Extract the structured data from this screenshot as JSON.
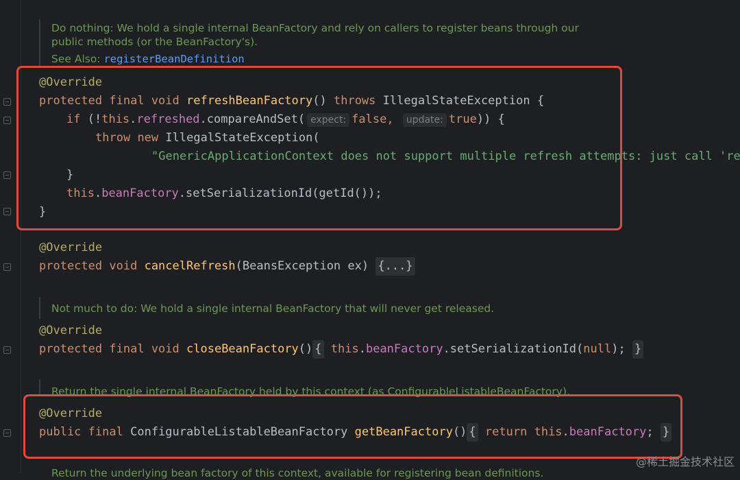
{
  "doc1": {
    "line1": "Do nothing: We hold a single internal BeanFactory and rely on callers to register beans through our",
    "line2": "public methods (or the BeanFactory's).",
    "see_also_label": "See Also:",
    "see_also_link": "registerBeanDefinition"
  },
  "refresh": {
    "annotation": "@Override",
    "kw_protected": "protected",
    "kw_final": "final",
    "kw_void": "void",
    "name": "refreshBeanFactory",
    "paren_open_close": "()",
    "kw_throws": "throws",
    "exception": "IllegalStateException",
    "brace_open": "{",
    "kw_if": "if",
    "not_paren": "(!",
    "kw_this": "this",
    "dot": ".",
    "field_refreshed": "refreshed",
    "method_cas": "compareAndSet(",
    "hint_expect": "expect:",
    "val_false": "false,",
    "hint_update": "update:",
    "val_true": "true",
    "if_close": ")) {",
    "kw_throw": "throw",
    "kw_new": "new",
    "exception_ctor": "IllegalStateException(",
    "message": "\"GenericApplicationContext does not support multiple refresh attempts: just call 'ref",
    "brace_close": "}",
    "field_beanFactory": "beanFactory",
    "method_setSerializationId": "setSerializationId(getId());",
    "method_end_brace": "}"
  },
  "cancel": {
    "annotation": "@Override",
    "kw_protected": "protected",
    "kw_void": "void",
    "name": "cancelRefresh",
    "params": "(BeansException ex)",
    "folded": "{...}"
  },
  "doc2": {
    "text": "Not much to do: We hold a single internal BeanFactory that will never get released."
  },
  "close": {
    "annotation": "@Override",
    "kw_protected": "protected",
    "kw_final": "final",
    "kw_void": "void",
    "name": "closeBeanFactory",
    "parens": "()",
    "brace_open": "{",
    "kw_this": "this",
    "field": "beanFactory",
    "call": ".setSerializationId(",
    "kw_null": "null",
    "call_end": ");",
    "brace_close": "}"
  },
  "doc3": {
    "text": "Return the single internal BeanFactory held by this context (as ConfigurableListableBeanFactory)."
  },
  "get": {
    "annotation": "@Override",
    "kw_public": "public",
    "kw_final": "final",
    "type": "ConfigurableListableBeanFactory",
    "name": "getBeanFactory",
    "parens": "()",
    "brace_open": "{",
    "kw_return": "return",
    "kw_this": "this",
    "field": "beanFactory",
    "semi": ";",
    "brace_close": "}"
  },
  "doc4": {
    "text": "Return the underlying bean factory of this context, available for registering bean definitions."
  },
  "watermark": "@稀土掘金技术社区",
  "colors": {
    "highlight_box": "#e5483c",
    "background": "#1e1f22"
  }
}
